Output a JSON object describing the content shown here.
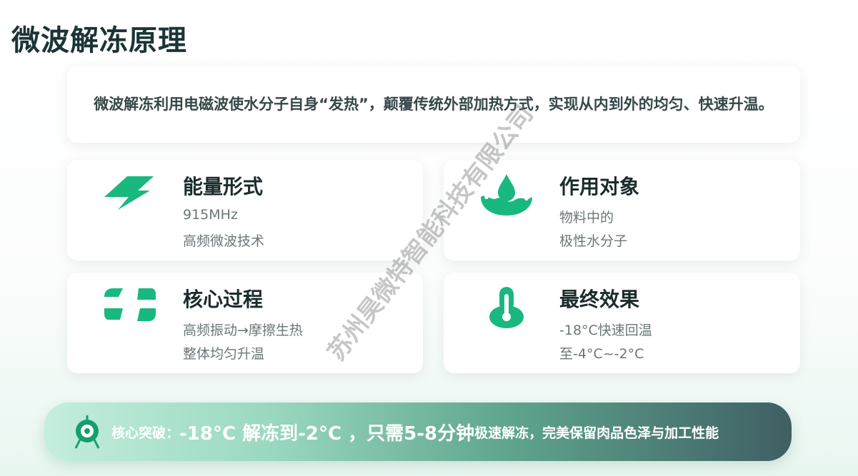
{
  "page": {
    "title": "微波解冻原理"
  },
  "intro": {
    "text": "微波解冻利用电磁波使水分子自身“发热”，颠覆传统外部加热方式，实现从内到外的均匀、快速升温。"
  },
  "cards": [
    {
      "title": "能量形式",
      "line1": "915MHz",
      "line2": "高频微波技术",
      "icon": "lightning-icon"
    },
    {
      "title": "作用对象",
      "line1": "物料中的",
      "line2": "极性水分子",
      "icon": "water-drop-icon"
    },
    {
      "title": "核心过程",
      "line1": "高频振动→摩擦生热",
      "line2": "整体均匀升温",
      "icon": "vibration-icon"
    },
    {
      "title": "最终效果",
      "line1": "-18°C快速回温",
      "line2": "至-4°C~-2°C",
      "icon": "thermometer-icon"
    }
  ],
  "banner": {
    "label": "核心突破：",
    "highlight1": "-18°C 解冻到-2°C ，",
    "highlight2": "只需5-8分钟",
    "rest": "极速解冻，完美保留肉品色泽与加工性能",
    "icon": "target-icon"
  },
  "watermark": "苏州昊微特智能科技有限公司",
  "colors": {
    "accent": "#19b87e",
    "title": "#1b3436",
    "muted": "#6b7678"
  }
}
